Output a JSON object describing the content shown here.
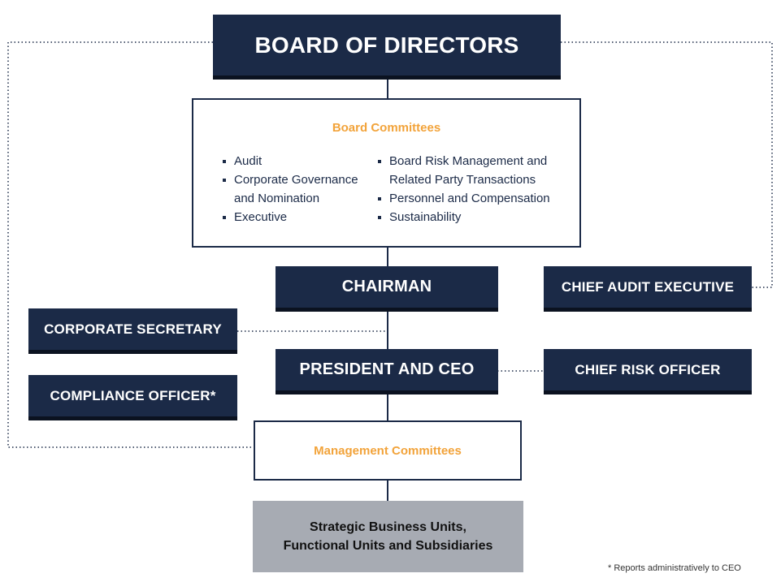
{
  "board": {
    "label": "BOARD OF DIRECTORS"
  },
  "board_committees": {
    "title": "Board Committees",
    "left_items": [
      "Audit",
      "Corporate Governance and Nomination",
      "Executive"
    ],
    "right_items": [
      "Board Risk Management and Related Party Transactions",
      "Personnel and Compensation",
      "Sustainability"
    ]
  },
  "chairman": {
    "label": "CHAIRMAN"
  },
  "chief_audit_executive": {
    "label": "CHIEF AUDIT EXECUTIVE"
  },
  "corporate_secretary": {
    "label": "CORPORATE SECRETARY"
  },
  "president_ceo": {
    "label": "PRESIDENT AND CEO"
  },
  "chief_risk_officer": {
    "label": "CHIEF RISK OFFICER"
  },
  "compliance_officer": {
    "label": "COMPLIANCE OFFICER*"
  },
  "management_committees": {
    "title": "Management Committees"
  },
  "business_units": {
    "line1": "Strategic Business Units,",
    "line2": "Functional Units and Subsidiaries"
  },
  "footnote": "* Reports administratively to CEO",
  "colors": {
    "navy": "#1b2a47",
    "orange": "#f2a33a",
    "gray": "#a7abb3"
  }
}
